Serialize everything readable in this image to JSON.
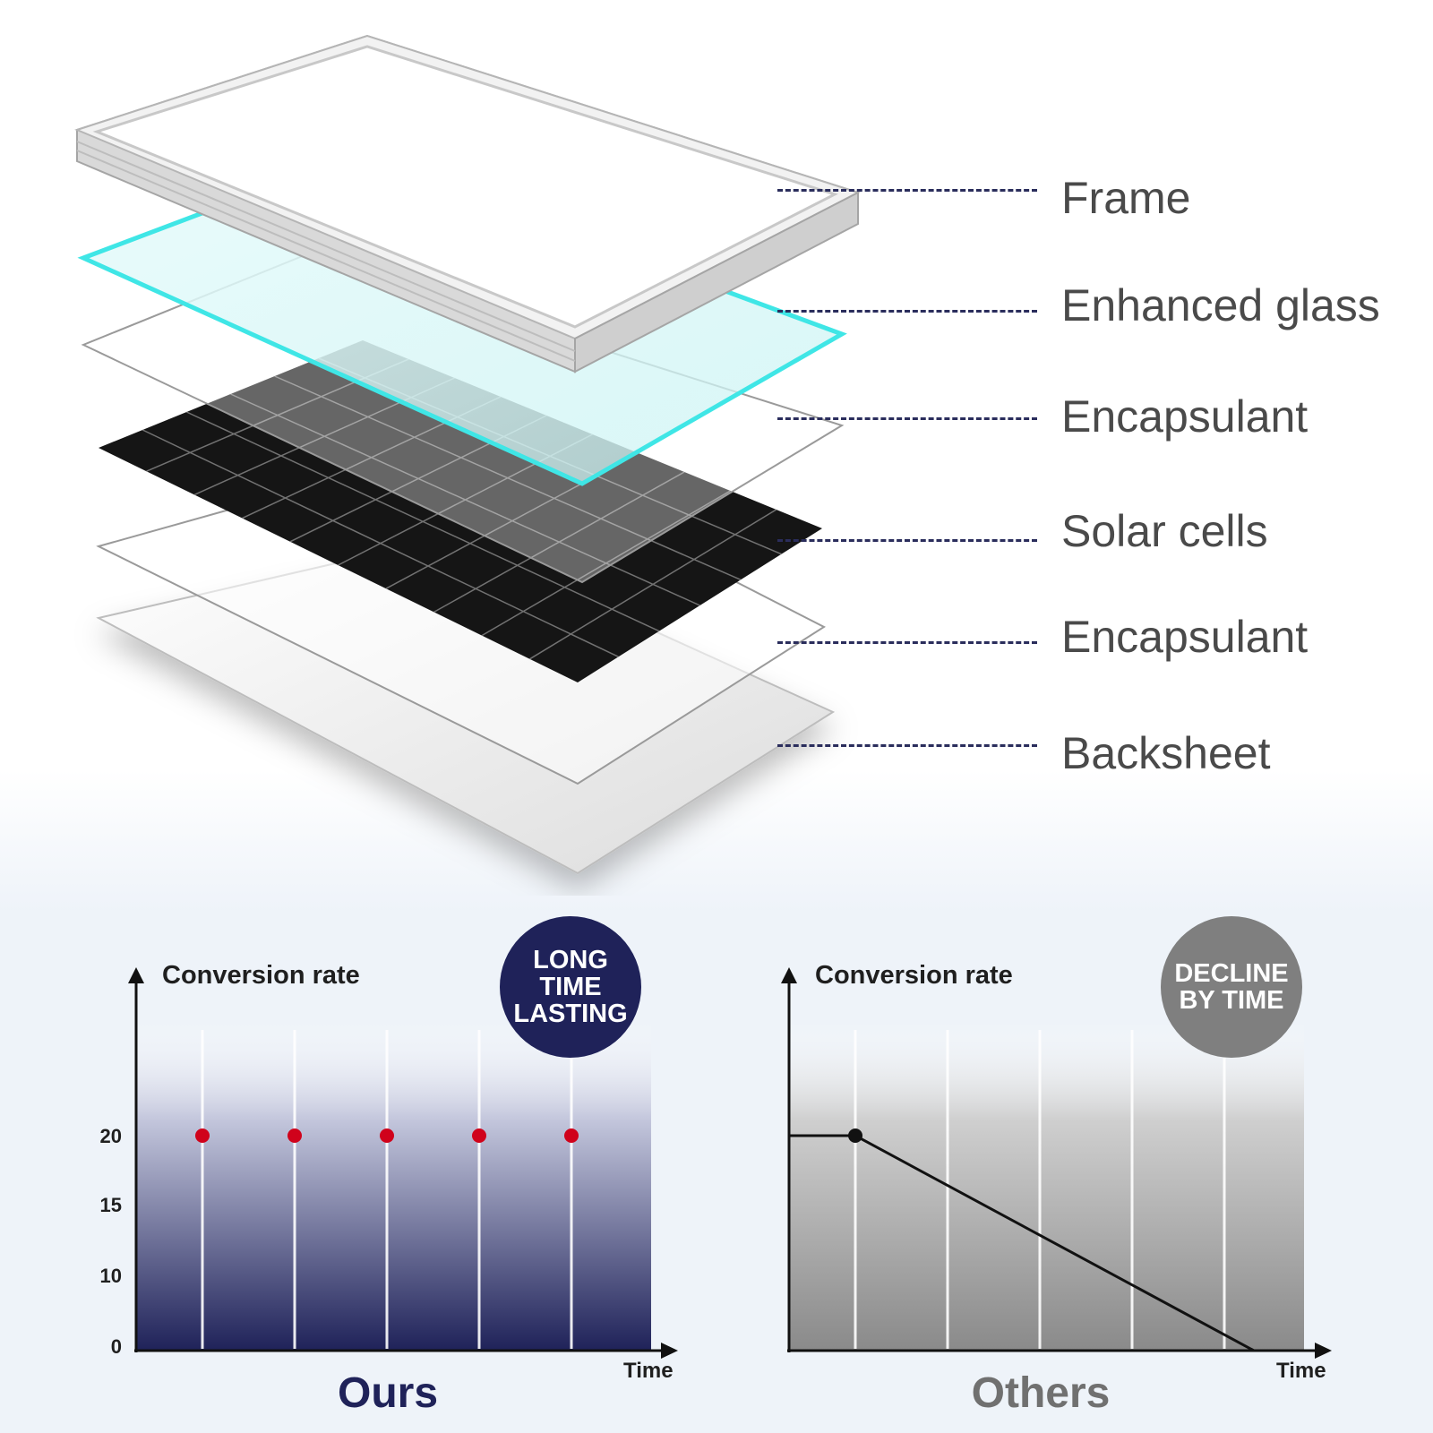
{
  "layers": [
    {
      "label": "Frame"
    },
    {
      "label": "Enhanced glass"
    },
    {
      "label": "Encapsulant"
    },
    {
      "label": "Solar cells"
    },
    {
      "label": "Encapsulant"
    },
    {
      "label": "Backsheet"
    }
  ],
  "colors": {
    "navy": "#1f2259",
    "red": "#d0021b",
    "grey_badge": "#7f7f7f",
    "glass_edge": "#3fe6e6",
    "leader": "#2a2d5c"
  },
  "chart_data": [
    {
      "type": "line",
      "title": "Conversion rate",
      "xlabel": "Time",
      "ylabel": "Conversion rate",
      "yticks": [
        "0",
        "10",
        "15",
        "20"
      ],
      "series": [
        {
          "values": [
            20,
            20,
            20,
            20,
            20
          ]
        }
      ],
      "badge": "LONG\nTIME\nLASTING",
      "caption": "Ours"
    },
    {
      "type": "line",
      "title": "Conversion rate",
      "xlabel": "Time",
      "ylabel": "Conversion rate",
      "series": [
        {
          "values": [
            20,
            20,
            0
          ]
        }
      ],
      "badge": "DECLINE\nBY TIME",
      "caption": "Others"
    }
  ]
}
